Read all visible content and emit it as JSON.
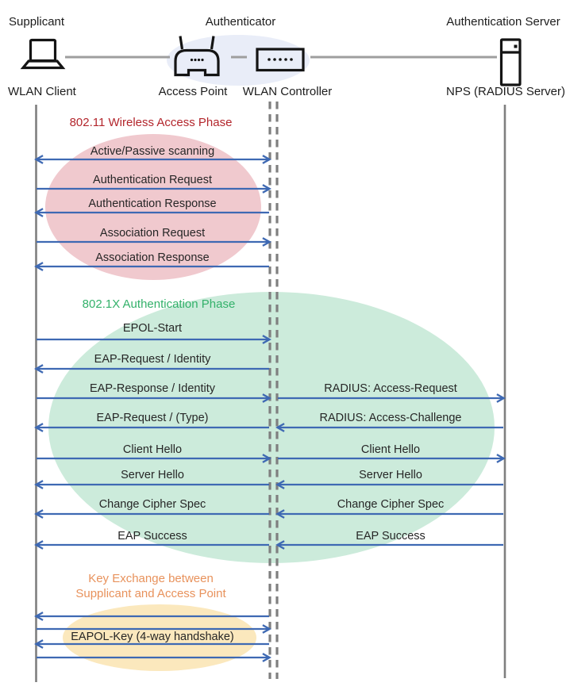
{
  "actors": {
    "supplicant": {
      "role": "Supplicant",
      "device": "WLAN Client"
    },
    "authenticator": {
      "role": "Authenticator",
      "devices": [
        "Access Point",
        "WLAN Controller"
      ]
    },
    "auth_server": {
      "role": "Authentication Server",
      "device": "NPS (RADIUS Server)"
    }
  },
  "icons": [
    "laptop-icon",
    "access-point-icon",
    "wlan-controller-icon",
    "server-icon"
  ],
  "phases": [
    {
      "id": "80211",
      "title": "802.11 Wireless Access Phase",
      "title_color": "#B3262C",
      "ellipse_color": "#F0C9CE"
    },
    {
      "id": "8021x",
      "title": "802.1X Authentication Phase",
      "title_color": "#33B16A",
      "ellipse_color": "#CCEBDB"
    },
    {
      "id": "key-exchange",
      "title_lines": [
        "Key Exchange between",
        "Supplicant and Access Point"
      ],
      "title_color": "#E8925C",
      "ellipse_color": "#FBE8BD"
    }
  ],
  "messages": [
    {
      "phase": "80211",
      "left": {
        "label": "Active/Passive scanning",
        "dir": "both"
      }
    },
    {
      "phase": "80211",
      "left": {
        "label": "Authentication Request",
        "dir": "right"
      }
    },
    {
      "phase": "80211",
      "left": {
        "label": "Authentication Response",
        "dir": "left"
      }
    },
    {
      "phase": "80211",
      "left": {
        "label": "Association Request",
        "dir": "right"
      }
    },
    {
      "phase": "80211",
      "left": {
        "label": "Association Response",
        "dir": "left"
      }
    },
    {
      "phase": "8021x",
      "left": {
        "label": "EPOL-Start",
        "dir": "right"
      }
    },
    {
      "phase": "8021x",
      "left": {
        "label": "EAP-Request / Identity",
        "dir": "left"
      }
    },
    {
      "phase": "8021x",
      "left": {
        "label": "EAP-Response / Identity",
        "dir": "right"
      },
      "right": {
        "label": "RADIUS: Access-Request",
        "dir": "right"
      }
    },
    {
      "phase": "8021x",
      "left": {
        "label": "EAP-Request / (Type)",
        "dir": "left"
      },
      "right": {
        "label": "RADIUS: Access-Challenge",
        "dir": "left"
      }
    },
    {
      "phase": "8021x",
      "left": {
        "label": "Client Hello",
        "dir": "right"
      },
      "right": {
        "label": "Client Hello",
        "dir": "right"
      }
    },
    {
      "phase": "8021x",
      "left": {
        "label": "Server Hello",
        "dir": "left"
      },
      "right": {
        "label": "Server Hello",
        "dir": "left"
      }
    },
    {
      "phase": "8021x",
      "left": {
        "label": "Change Cipher Spec",
        "dir": "left"
      },
      "right": {
        "label": "Change Cipher Spec",
        "dir": "left"
      }
    },
    {
      "phase": "8021x",
      "left": {
        "label": "EAP Success",
        "dir": "left"
      },
      "right": {
        "label": "EAP Success",
        "dir": "left"
      }
    },
    {
      "phase": "key-exchange",
      "left": {
        "label": "",
        "dir": "left"
      }
    },
    {
      "phase": "key-exchange",
      "left": {
        "label": "",
        "dir": "right"
      }
    },
    {
      "phase": "key-exchange",
      "left": {
        "label": "EAPOL-Key (4-way handshake)",
        "dir": "left"
      }
    },
    {
      "phase": "key-exchange",
      "left": {
        "label": "",
        "dir": "right"
      }
    }
  ],
  "colors": {
    "arrow_blue": "#3E69B3",
    "lifeline_gray": "#7F7F7F",
    "connector_gray": "#9E9E9E",
    "icon_black": "#141414",
    "text_dark": "#262626",
    "phase1_title": "#B3262C",
    "phase1_fill": "#F0C9CE",
    "phase2_title": "#33B16A",
    "phase2_fill": "#CCEBDB",
    "phase3_title": "#E8925C",
    "phase3_fill": "#FBE8BD",
    "authenticator_fill": "#E9EDF8"
  }
}
